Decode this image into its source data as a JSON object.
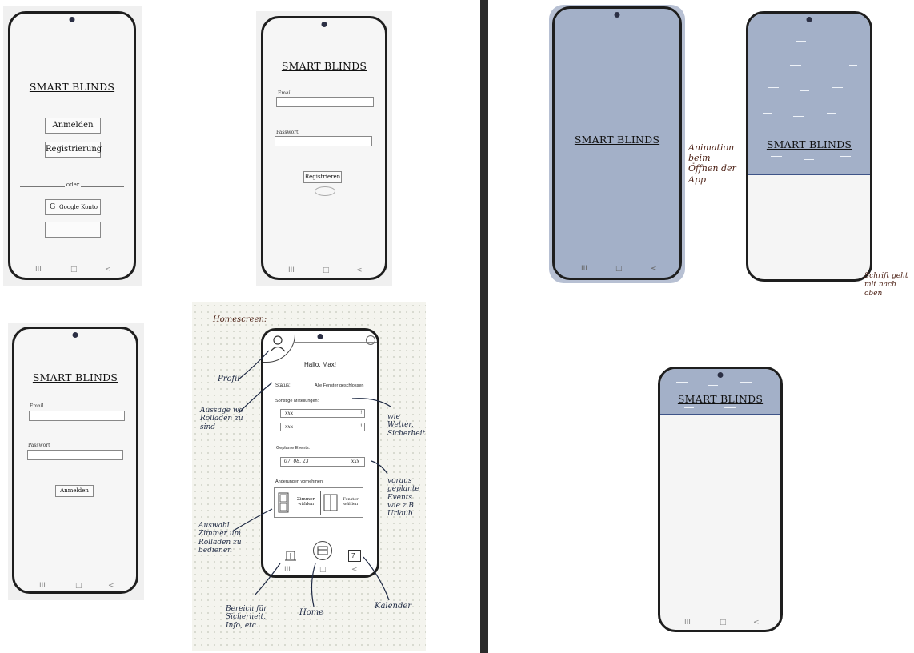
{
  "brand_title": "SMART BLINDS",
  "nav_icons": {
    "recent": "III",
    "home": "□",
    "back": "<"
  },
  "screen_start": {
    "login_button": "Anmelden",
    "register_button": "Registrierung",
    "divider_text": "oder",
    "google_button": "Google Konto",
    "more_button": "..."
  },
  "screen_register": {
    "email_label": "Email",
    "password_label": "Passwort",
    "submit_button": "Registrieren"
  },
  "screen_login": {
    "email_label": "Email",
    "password_label": "Passwort",
    "submit_button": "Anmelden"
  },
  "homescreen": {
    "heading_note": "Homescreen:",
    "greeting": "Hallo, Max!",
    "status_label": "Status:",
    "status_value": "Alle Fenster geschlossen",
    "messages_label": "Sonstige Mitteilungen:",
    "messages": [
      {
        "text": "xxx",
        "mark": "!"
      },
      {
        "text": "xxx",
        "mark": "!"
      }
    ],
    "events_label": "Geplante Events:",
    "event": {
      "date": "07. 08. 23",
      "text": "xxx"
    },
    "changes_label": "Änderungen vornehmen:",
    "rooms_button": "Zimmer wählen",
    "windows_button": "Fenster wählen",
    "calendar_day": "7",
    "annotations": {
      "profile": "Profil",
      "status_note": "Aussage wo Rolläden zu sind",
      "messages_note": "wie Wetter, Sicherheit",
      "events_note": "voraus geplante Events wie z.B. Urlaub",
      "rooms_note": "Auswahl Zimmer um Rolläden zu bedienen",
      "security_note": "Bereich für Sicherheit, Info, etc.",
      "home_note": "Home",
      "calendar_note": "Kalender"
    }
  },
  "animation_notes": {
    "open_note": "Animation beim Öffnen der App",
    "text_note": "Schrift geht mit nach oben"
  },
  "colors": {
    "blind_blue": "#a3b0c8",
    "ink": "#1f2a44",
    "brown_ink": "#4a1e12"
  }
}
